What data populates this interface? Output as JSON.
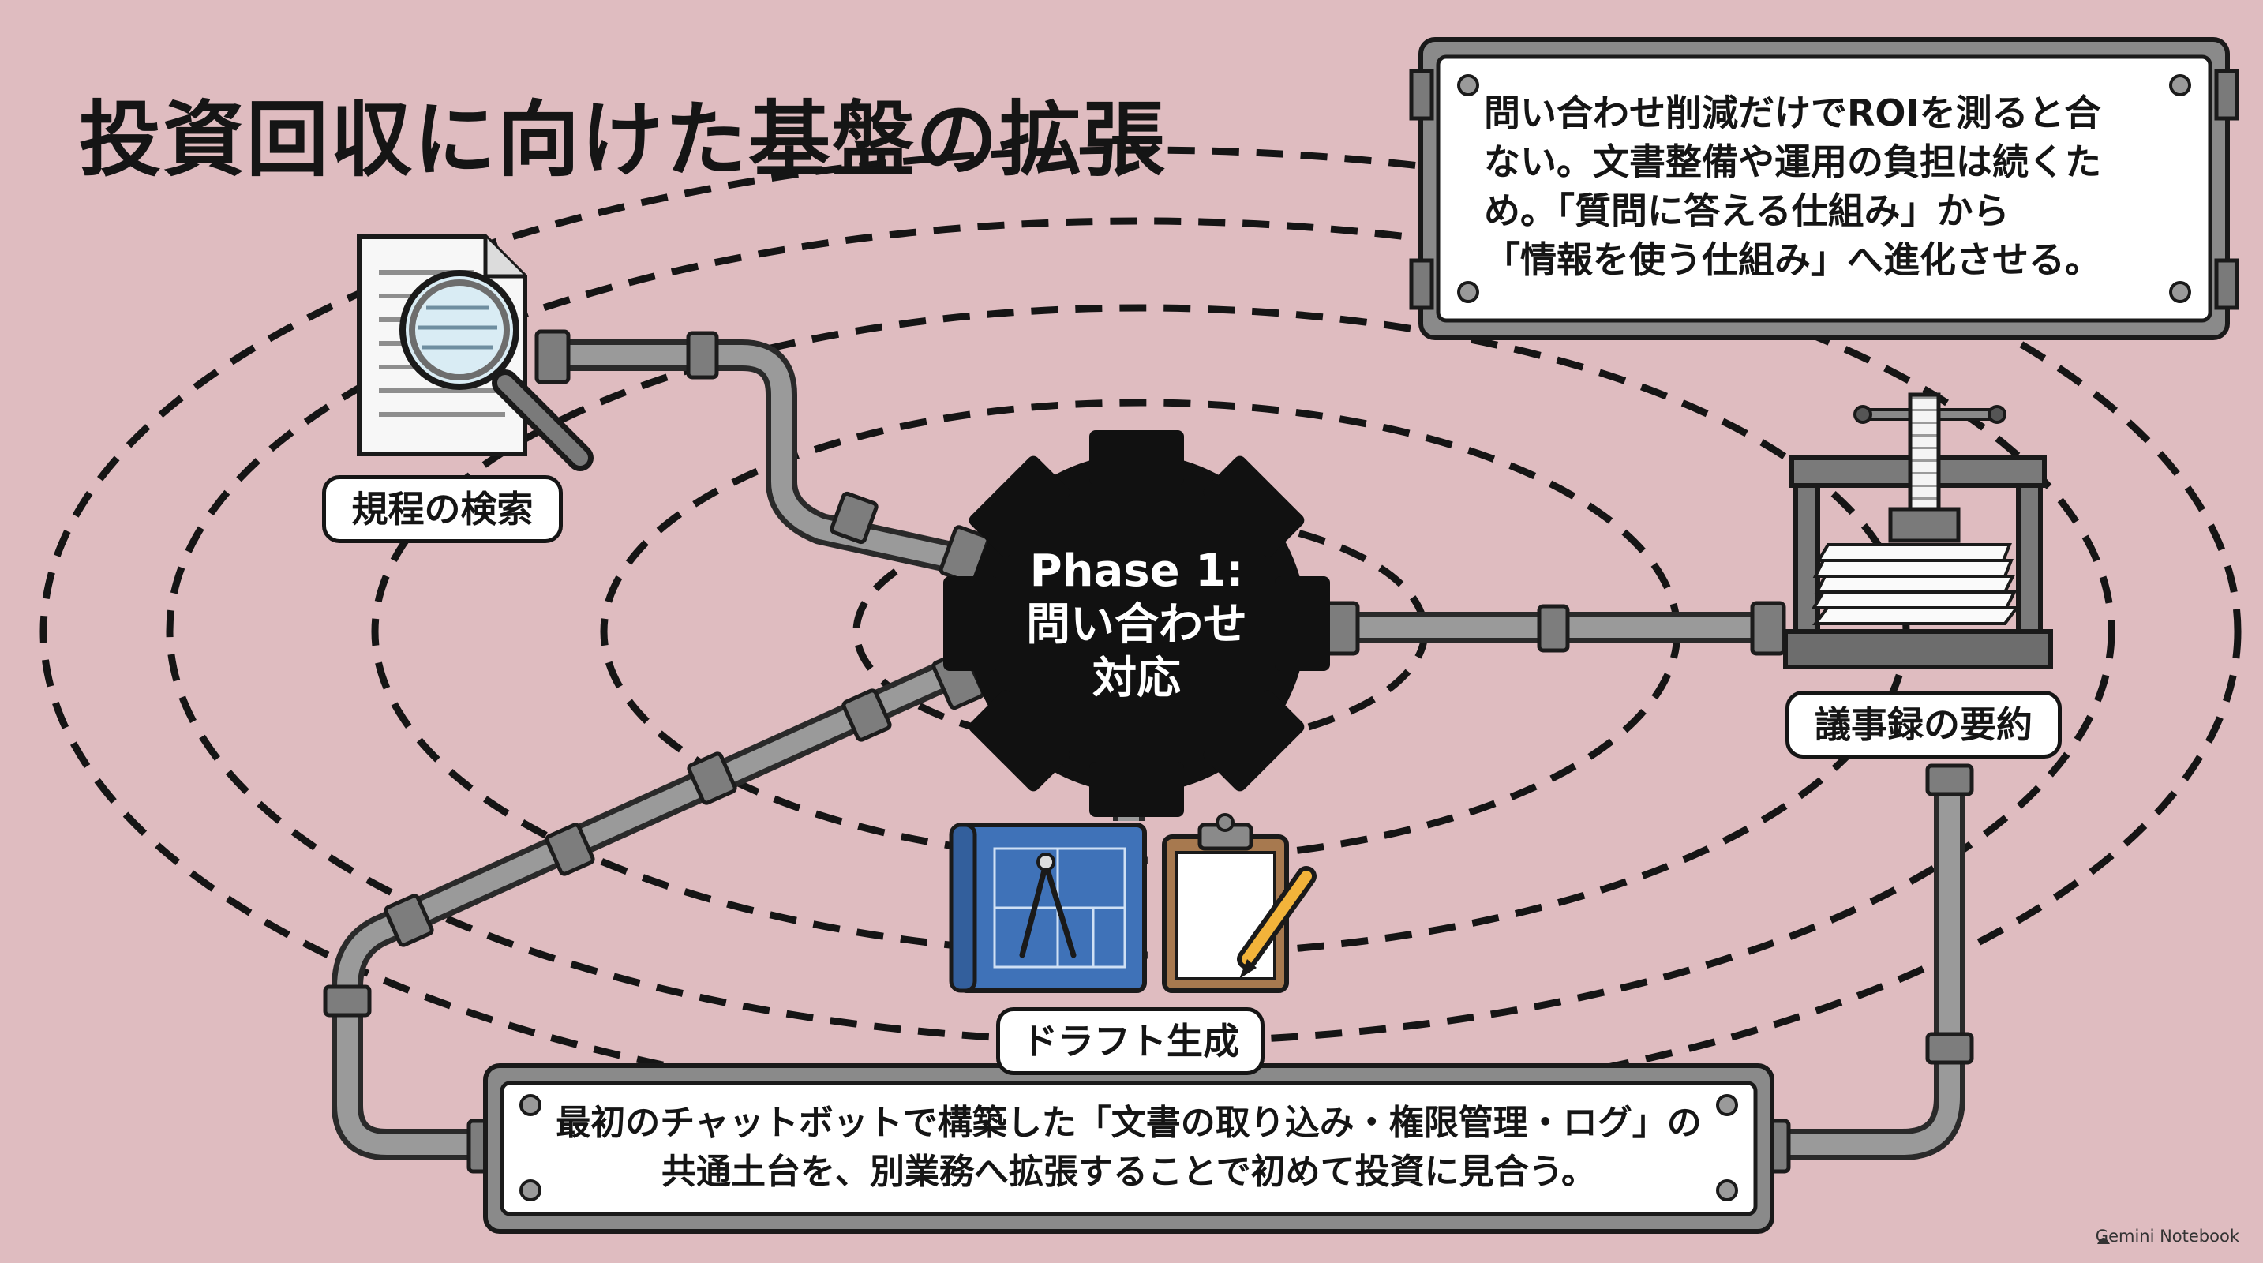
{
  "title": "投資回収に向けた基盤の拡張",
  "center": {
    "phase": "Phase 1:",
    "line1": "問い合わせ",
    "line2": "対応"
  },
  "nodes": {
    "search": "規程の検索",
    "minutes": "議事録の要約",
    "draft": "ドラフト生成"
  },
  "top_note": {
    "lines": [
      "問い合わせ削減だけでROIを測ると合",
      "ない。文書整備や運用の負担は続くた",
      "め。「質問に答える仕組み」から",
      "「情報を使う仕組み」へ進化させる。"
    ]
  },
  "bottom_note": {
    "lines": [
      "最初のチャットボットで構築した「文書の取り込み・権限管理・ログ」の",
      "共通土台を、別業務へ拡張することで初めて投資に見合う。"
    ]
  },
  "watermark": "Gemini Notebook",
  "colors": {
    "background": "#dfbcc0",
    "ink": "#151515",
    "pipe": "#8a8a8a",
    "pipe_dark": "#4a4a4a",
    "blueprint": "#3f72b8",
    "paper": "#ffffff"
  }
}
